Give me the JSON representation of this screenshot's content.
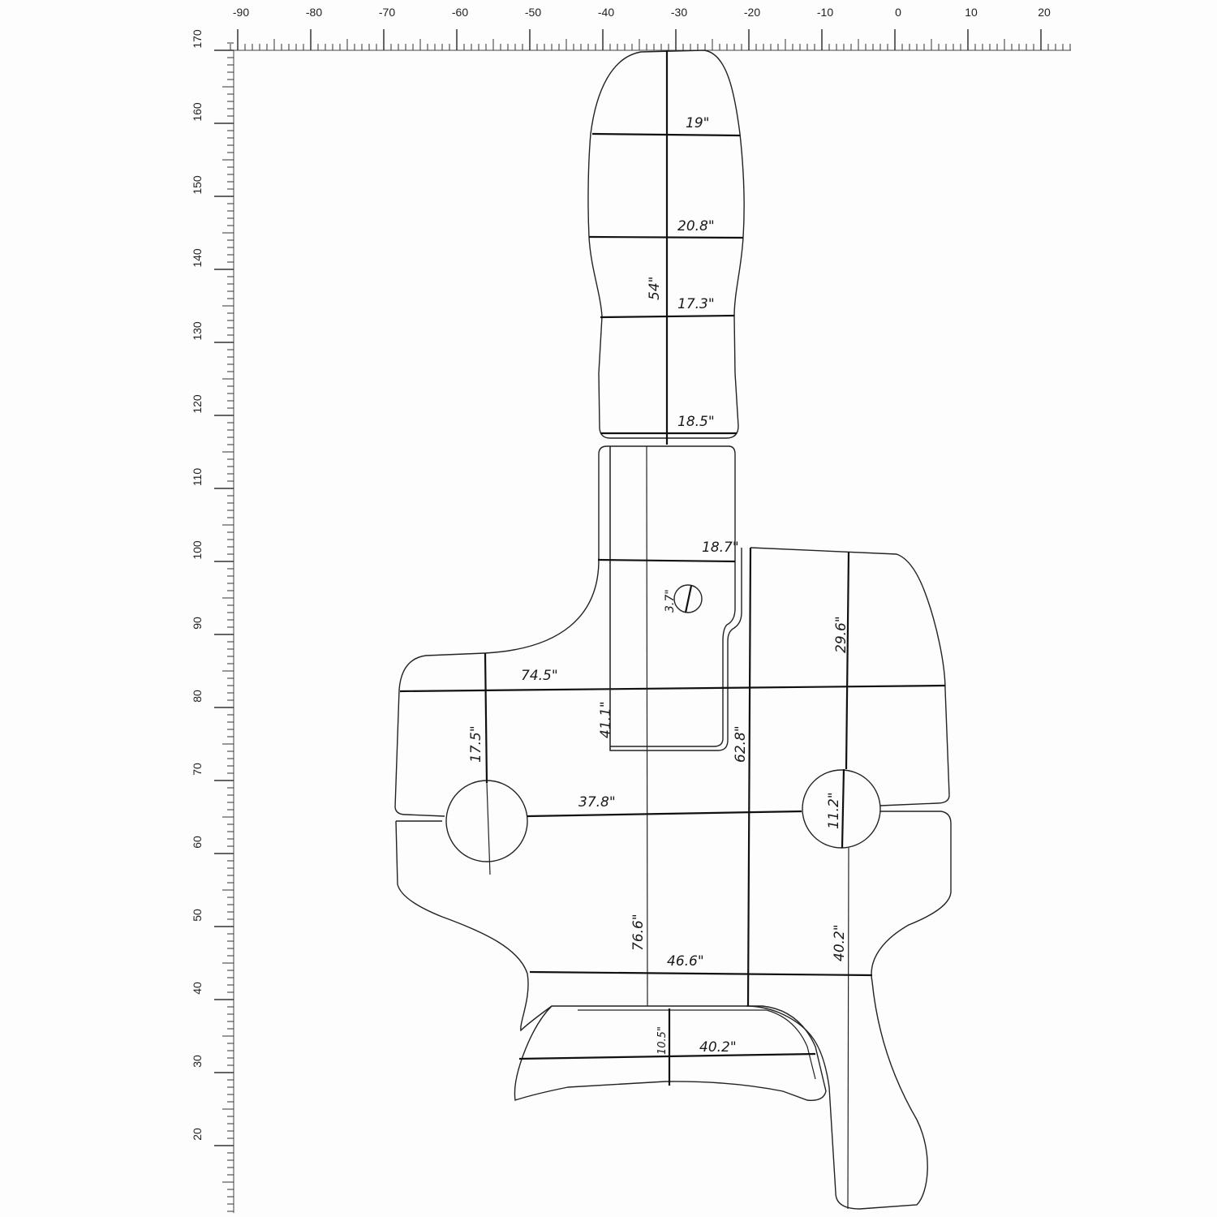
{
  "ruler": {
    "x_labels": [
      "-90",
      "-80",
      "-70",
      "-60",
      "-50",
      "-40",
      "-30",
      "-20",
      "-10",
      "0",
      "10",
      "20"
    ],
    "y_labels": [
      "170",
      "160",
      "150",
      "140",
      "130",
      "120",
      "110",
      "100",
      "90",
      "80",
      "70",
      "60",
      "50",
      "40",
      "30",
      "20"
    ]
  },
  "dimensions": {
    "neck_w1": "19\"",
    "neck_w2": "20.8\"",
    "neck_w3": "17.3\"",
    "neck_len": "54\"",
    "neck_w4": "18.5\"",
    "upper_w": "18.7\"",
    "hole_d": "3.7\"",
    "total_w": "74.5\"",
    "slot_len": "41.1\"",
    "left_h": "17.5\"",
    "right_top": "29.6\"",
    "inner_len": "62.8\"",
    "span": "37.8\"",
    "right_hole": "11.2\"",
    "center_len": "76.6\"",
    "lower_w": "46.6\"",
    "right_low": "40.2\"",
    "bottom_h": "10.5\"",
    "bottom_w": "40.2\""
  }
}
